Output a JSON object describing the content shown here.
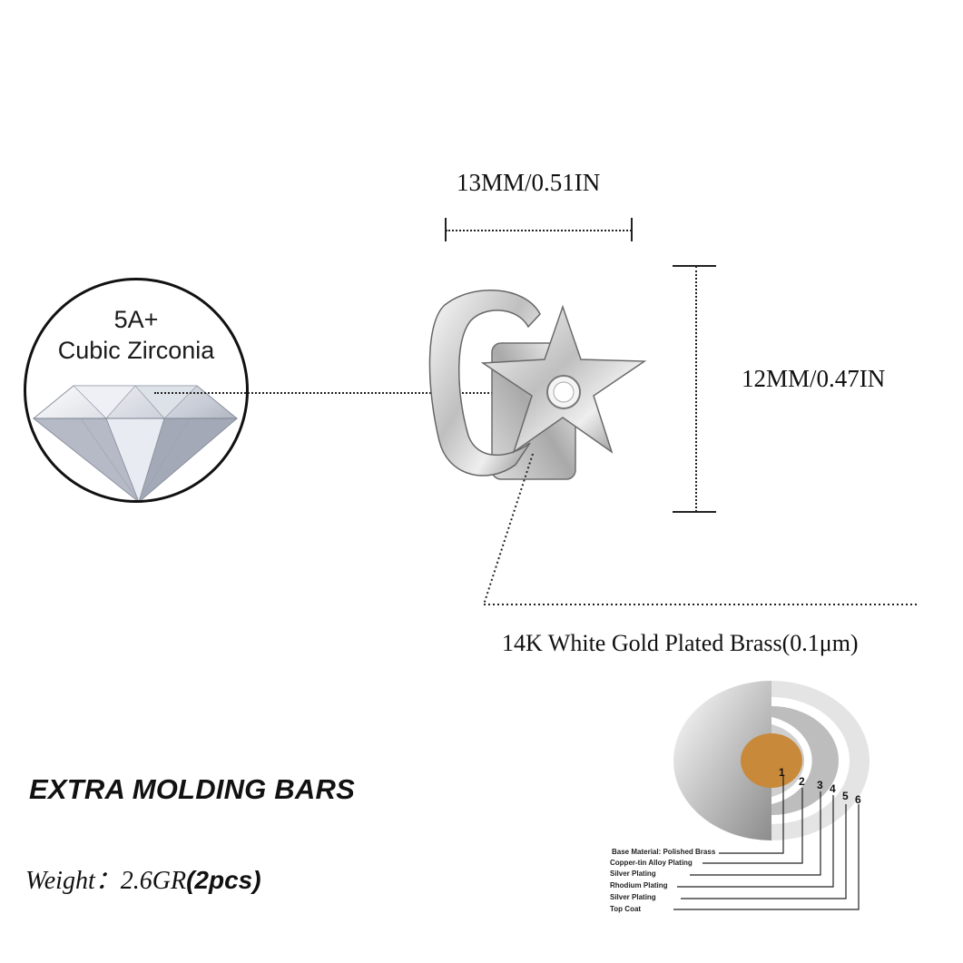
{
  "dimensions": {
    "width_label": "13MM/0.51IN",
    "height_label": "12MM/0.47IN",
    "material_label": "14K White Gold Plated Brass(0.1μm)"
  },
  "gem_badge": {
    "grade": "5A+",
    "name": "Cubic Zirconia"
  },
  "extra_label": "EXTRA MOLDING BARS",
  "weight": {
    "prefix": "Weight：",
    "value": "2.6GR",
    "qty": "(2pcs)"
  },
  "plating_layers": [
    {
      "num": "1",
      "label": "Base Material: Polished Brass"
    },
    {
      "num": "2",
      "label": "Copper-tin Alloy Plating"
    },
    {
      "num": "3",
      "label": "Silver Plating"
    },
    {
      "num": "4",
      "label": "Rhodium Plating"
    },
    {
      "num": "5",
      "label": "Silver Plating"
    },
    {
      "num": "6",
      "label": "Top Coat"
    }
  ],
  "colors": {
    "core": "#c8893a",
    "silver": "#c9c9c9",
    "line": "#222222"
  }
}
